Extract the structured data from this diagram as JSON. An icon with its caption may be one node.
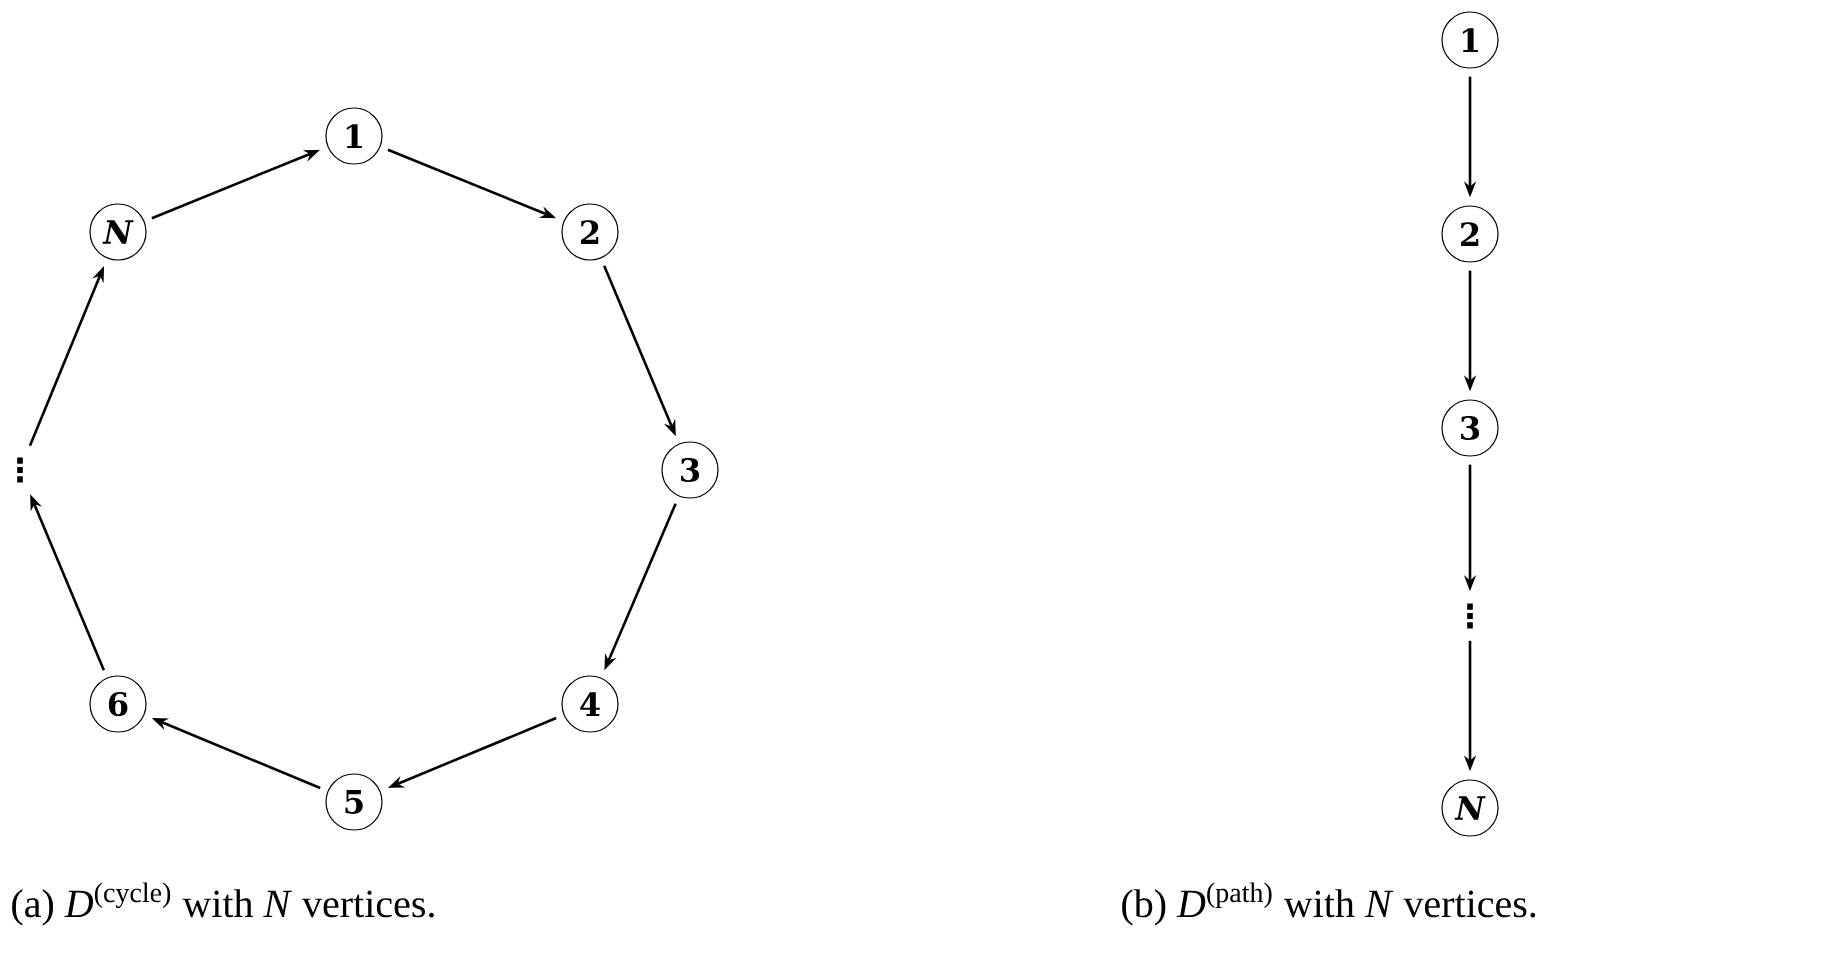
{
  "diagram": {
    "nodes": [
      {
        "text": [
          "1"
        ]
      },
      {
        "text": [
          "2"
        ]
      },
      {
        "text": [
          "3"
        ]
      },
      {
        "text": [
          "4"
        ]
      },
      {
        "text": [
          "5"
        ]
      },
      {
        "text": [
          "6"
        ]
      },
      {
        "text": [
          "⋮"
        ]
      },
      {
        "text": [
          "N"
        ]
      },
      {
        "text": [
          "1"
        ]
      },
      {
        "text": [
          "2"
        ]
      },
      {
        "text": [
          "3"
        ]
      },
      {
        "text": [
          "⋮"
        ]
      },
      {
        "text": [
          "N"
        ]
      }
    ],
    "edges": [
      {
        "from": 7,
        "to": 0,
        "arrow": "to"
      },
      {
        "from": 0,
        "to": 1,
        "arrow": "to"
      },
      {
        "from": 1,
        "to": 2,
        "arrow": "to"
      },
      {
        "from": 2,
        "to": 3,
        "arrow": "to"
      },
      {
        "from": 3,
        "to": 4,
        "arrow": "to"
      },
      {
        "from": 4,
        "to": 5,
        "arrow": "to"
      },
      {
        "from": 5,
        "to": 6,
        "arrow": "to"
      },
      {
        "from": 6,
        "to": 7,
        "arrow": "to"
      },
      {
        "from": 8,
        "to": 9,
        "arrow": "to"
      },
      {
        "from": 9,
        "to": 10,
        "arrow": "to"
      },
      {
        "from": 10,
        "to": 11,
        "arrow": "to"
      },
      {
        "from": 11,
        "to": 12,
        "arrow": "to"
      }
    ],
    "labels": [
      "(a) *D*$^{(cycle)}$ with *N* vertices.",
      "(b) *D*$^{(path)}$ with *N* vertices."
    ]
  }
}
